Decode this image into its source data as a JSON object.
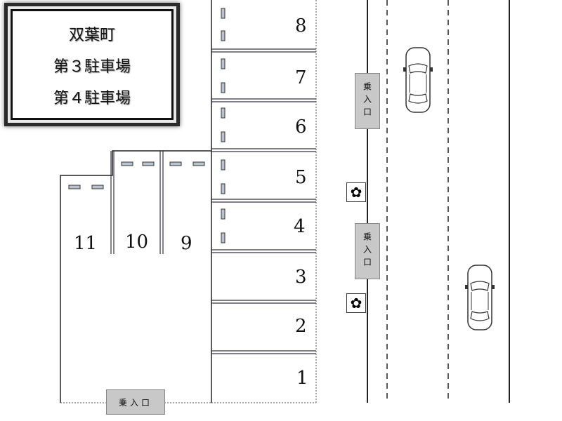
{
  "title": {
    "line1": "双葉町",
    "line2": "第３駐車場",
    "line3": "第４駐車場"
  },
  "right_lot": {
    "spaces": [
      "8",
      "7",
      "6",
      "5",
      "4",
      "3",
      "2",
      "1"
    ]
  },
  "left_lot": {
    "spaces": [
      "11",
      "10",
      "9"
    ]
  },
  "entrances": {
    "upper": "乗入口",
    "middle": "乗入口",
    "bottom": "乗入口"
  },
  "icons": {
    "flower": "✿",
    "car": "car-icon"
  }
}
